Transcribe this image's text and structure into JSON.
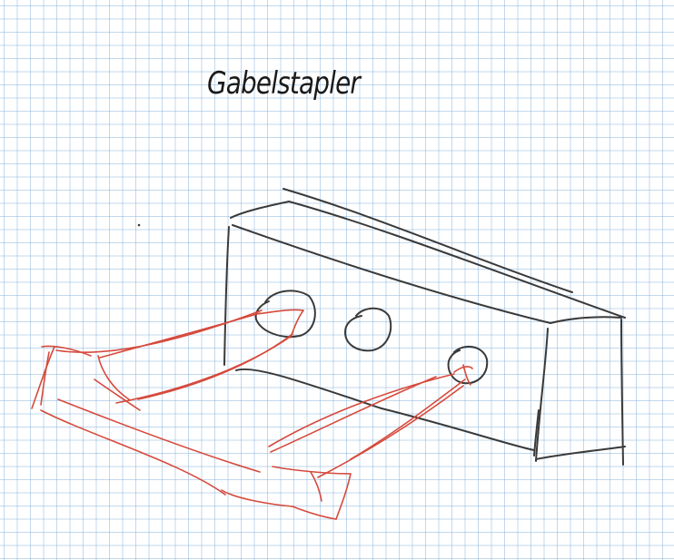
{
  "page": {
    "title": "Gabelstapler",
    "paper": "grid"
  },
  "colors": {
    "paper": "#ffffff",
    "grid": "#9cc4e4",
    "pencil": "#3a3a3a",
    "red_pen": "#d64a3c"
  },
  "drawing": {
    "subjects": [
      "pallet-box-sketch",
      "forklift-fork-sketch"
    ]
  }
}
